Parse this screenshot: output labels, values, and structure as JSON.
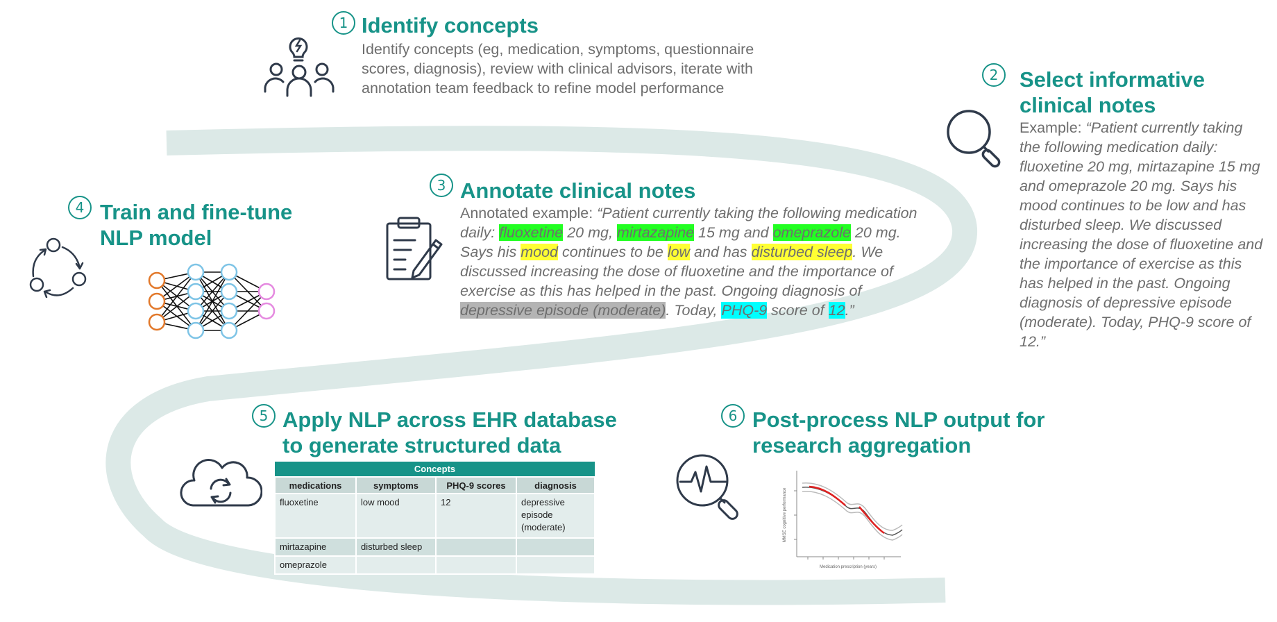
{
  "steps": [
    {
      "number": "1",
      "title": "Identify concepts",
      "description": "Identify concepts (eg, medication, symptoms, questionnaire scores, diagnosis), review with clinical advisors, iterate with annotation team feedback to refine model performance",
      "icon": "team-lightbulb-icon"
    },
    {
      "number": "2",
      "title_lines": [
        "Select informative",
        "clinical notes"
      ],
      "example_label": "Example: ",
      "example_text": "“Patient currently taking the following medication daily: fluoxetine 20 mg, mirtazapine 15 mg and omeprazole 20 mg. Says his mood continues to be low and has disturbed sleep. We discussed increasing the dose of fluoxetine and the importance of exercise as this has helped in the past. Ongoing diagnosis of depressive episode (moderate). Today, PHQ-9 score of 12.”",
      "icon": "magnifier-icon"
    },
    {
      "number": "3",
      "title": "Annotate clinical notes",
      "annotated_label": "Annotated example: ",
      "annotated_segments": [
        {
          "t": "“Patient currently taking the following medication daily: "
        },
        {
          "t": "fluoxetine",
          "h": "g"
        },
        {
          "t": " 20 mg, "
        },
        {
          "t": "mirtazapine",
          "h": "g"
        },
        {
          "t": " 15 mg and "
        },
        {
          "t": "omeprazole",
          "h": "g"
        },
        {
          "t": " 20 mg. Says his "
        },
        {
          "t": "mood",
          "h": "y"
        },
        {
          "t": " continues to be "
        },
        {
          "t": "low",
          "h": "y"
        },
        {
          "t": " and has "
        },
        {
          "t": "disturbed sleep",
          "h": "y"
        },
        {
          "t": ". We discussed increasing the dose of fluoxetine and the importance of exercise as this has helped in the past. Ongoing diagnosis of "
        },
        {
          "t": "depressive episode (moderate)",
          "h": "gr"
        },
        {
          "t": ". Today, "
        },
        {
          "t": "PHQ-9",
          "h": "c"
        },
        {
          "t": " score of "
        },
        {
          "t": "12",
          "h": "c"
        },
        {
          "t": ".”"
        }
      ],
      "icon": "clipboard-pencil-icon"
    },
    {
      "number": "4",
      "title_lines": [
        "Train and fine-tune",
        "NLP model"
      ],
      "icons": [
        "cycle-arrows-icon",
        "neural-network-icon"
      ]
    },
    {
      "number": "5",
      "title_lines": [
        "Apply NLP across EHR database",
        "to generate structured data"
      ],
      "icon": "cloud-sync-icon"
    },
    {
      "number": "6",
      "title_lines": [
        "Post-process NLP output for",
        "research aggregation"
      ],
      "icon": "monitor-magnifier-icon"
    }
  ],
  "concepts_table": {
    "header": "Concepts",
    "columns": [
      "medications",
      "symptoms",
      "PHQ-9 scores",
      "diagnosis"
    ],
    "rows": [
      [
        "fluoxetine",
        "low mood",
        "12",
        "depressive episode (moderate)"
      ],
      [
        "mirtazapine",
        "disturbed sleep",
        "",
        ""
      ],
      [
        "omeprazole",
        "",
        "",
        ""
      ]
    ]
  },
  "colors": {
    "accent": "#179388",
    "road": "#dce9e7",
    "text": "#6e6e6e",
    "highlight_medication": "#22ff22",
    "highlight_symptom": "#ffff33",
    "highlight_diagnosis": "#b4b4b4",
    "highlight_score": "#00ffff"
  }
}
